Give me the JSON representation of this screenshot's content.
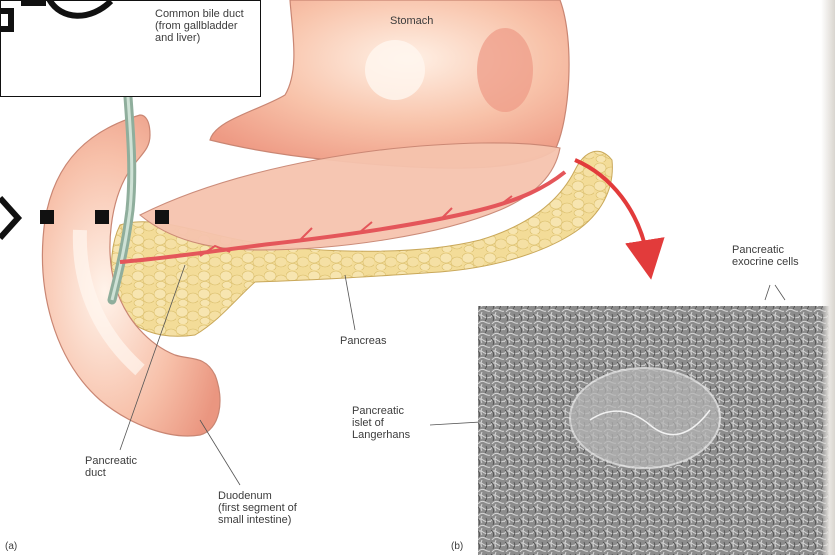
{
  "figure": {
    "labels": {
      "common_bile_duct": "Common bile duct\n(from gallbladder\nand liver)",
      "stomach": "Stomach",
      "pancreas": "Pancreas",
      "pancreatic_duct": "Pancreatic\nduct",
      "duodenum": "Duodenum\n(first segment of\nsmall intestine)",
      "exocrine_cells": "Pancreatic\nexocrine cells",
      "islet": "Pancreatic\nislet of\nLangerhans"
    },
    "panel_a": "(a)",
    "panel_b": "(b)"
  },
  "colors": {
    "stomach": "#f6b39c",
    "pancreas": "#f4de9a",
    "duct": "#9fb8a8",
    "vessel": "#e4565a",
    "arrow": "#e23b3b",
    "micrograph": "#8a8a8a"
  }
}
